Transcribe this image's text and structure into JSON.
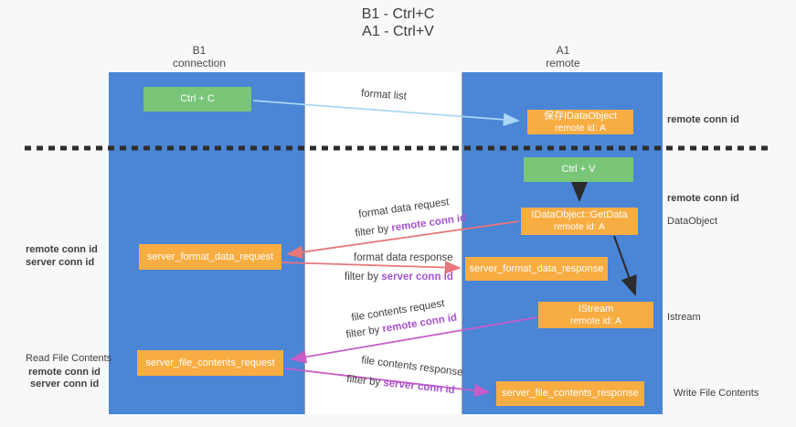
{
  "title": {
    "line1": "B1 - Ctrl+C",
    "line2": "A1 - Ctrl+V"
  },
  "lanes": {
    "left": {
      "title": "B1",
      "subtitle": "connection"
    },
    "right": {
      "title": "A1",
      "subtitle": "remote"
    }
  },
  "nodes": {
    "ctrl_c": {
      "label": "Ctrl + C"
    },
    "ctrl_v": {
      "label": "Ctrl + V"
    },
    "save_idataobject": {
      "line1": "保存IDataObject",
      "line2": "remote id: A"
    },
    "getdata": {
      "line1": "IDataObject::GetData",
      "line2": "remote id: A"
    },
    "istream": {
      "line1": "IStream",
      "line2": "remote id: A"
    },
    "format_request": {
      "label": "server_format_data_request"
    },
    "format_response": {
      "label": "server_format_data_response"
    },
    "file_request": {
      "label": "server_file_contents_request"
    },
    "file_response": {
      "label": "server_file_contents_response"
    }
  },
  "flows": {
    "format_list": {
      "label": "format list"
    },
    "format_request": {
      "label": "format data request",
      "filter_prefix": "filter by",
      "filter_value": "remote conn id"
    },
    "format_response": {
      "label": "format data response",
      "filter_prefix": "filter by",
      "filter_value": "server conn id"
    },
    "file_request": {
      "label": "file contents request",
      "filter_prefix": "filter by",
      "filter_value": "remote conn id"
    },
    "file_response": {
      "label": "file contents response",
      "filter_prefix": "filter by",
      "filter_value": "server conn id"
    }
  },
  "annotations": {
    "right": {
      "remote_conn_id_top": "remote conn id",
      "remote_conn_id_mid": "remote conn id",
      "dataobject": "DataObject",
      "istream": "Istream",
      "write_file_contents": "Write File Contents"
    },
    "left": {
      "format": {
        "remote": "remote conn id",
        "server": "server conn id"
      },
      "file": {
        "title": "Read File Contents",
        "remote": "remote conn id",
        "server": "server conn id"
      }
    }
  },
  "colors": {
    "lane_blue": "#4a85d6",
    "node_green": "#79c679",
    "node_orange": "#f8ad42",
    "arrow_light_blue": "#a8d7f5",
    "arrow_red": "#e8767a",
    "arrow_magenta": "#c75cc7",
    "arrow_black": "#2b2b2b",
    "text_purple": "#a653d0",
    "text_green": "#55b055",
    "background": "#f7f8fa"
  }
}
